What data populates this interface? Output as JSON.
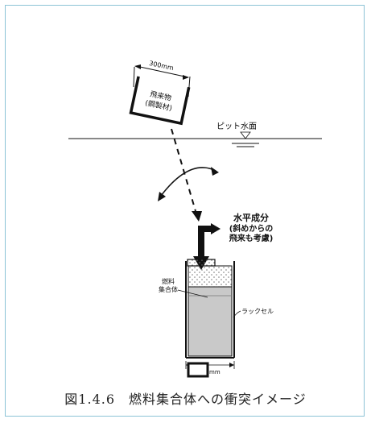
{
  "diagram": {
    "dimension_top": "300mm",
    "projectile_line1": "飛来物",
    "projectile_line2": "(鋼製材)",
    "water_surface": "ピット水面",
    "horizontal_line1": "水平成分",
    "horizontal_line2": "(斜めからの",
    "horizontal_line3": "飛来も考慮)",
    "fuel_assembly_line1": "燃料",
    "fuel_assembly_line2": "集合体",
    "rack_cell": "ラックセル",
    "dimension_bottom": "mm"
  },
  "caption": "図1.4.6　燃料集合体への衝突イメージ"
}
